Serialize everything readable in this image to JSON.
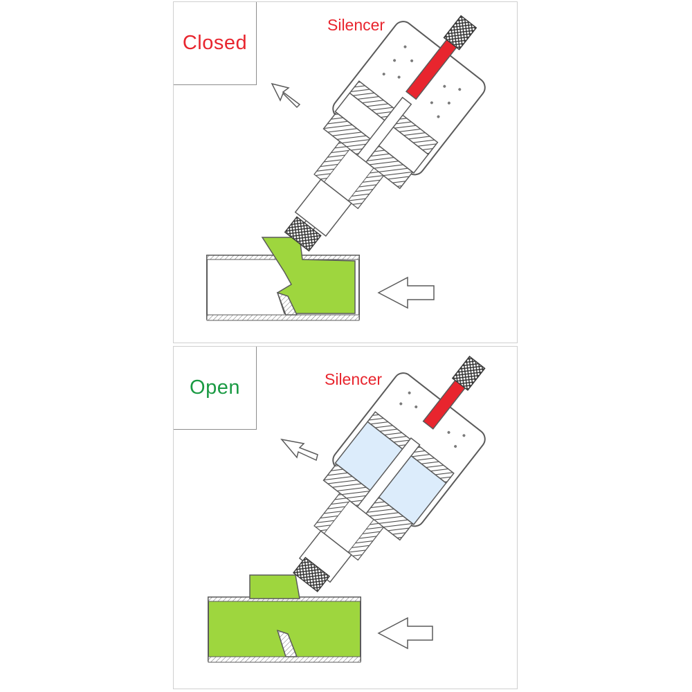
{
  "panels": {
    "closed": {
      "label": "Closed",
      "label_color": "#e8252e",
      "silencer_label": "Silencer",
      "silencer_color": "#e8252e"
    },
    "open": {
      "label": "Open",
      "label_color": "#1a9a43",
      "silencer_label": "Silencer",
      "silencer_color": "#e8252e"
    }
  },
  "colors": {
    "fluid": "#9ed63e",
    "air": "#dcecfb",
    "piston_rod": "#e8252e",
    "outline": "#5a5a5a",
    "hatch": "#4a4a4a"
  },
  "icons": [
    "flow-arrow-icon",
    "exhaust-arrow-icon",
    "inlet-air-arrow-icon"
  ]
}
